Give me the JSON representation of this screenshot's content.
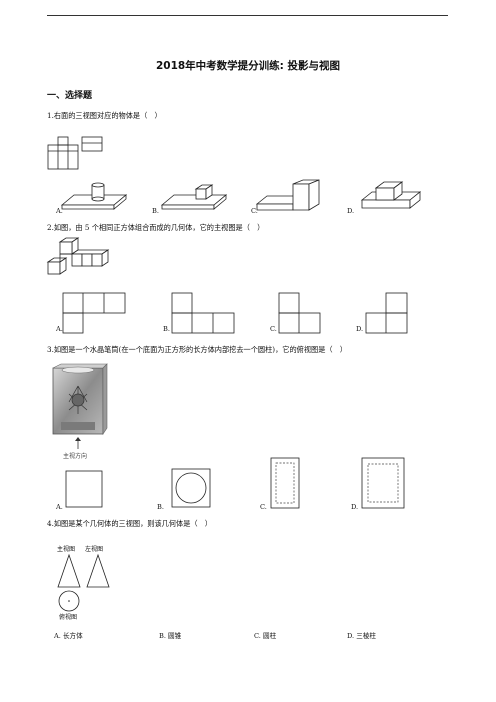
{
  "doc": {
    "title": "2018年中考数学提分训练: 投影与视图",
    "section": "一、选择题"
  },
  "questions": [
    {
      "stem": "1.右面的三视图对应的物体是（　）",
      "options": [
        "A.",
        "B.",
        "C.",
        "D."
      ]
    },
    {
      "stem": "2.如图，由 5 个相同正方体组合而成的几何体，它的主视图是（　）",
      "options": [
        "A.",
        "B.",
        "C.",
        "D."
      ]
    },
    {
      "stem": "3.如图是一个水晶笔筒(在一个底面为正方形的长方体内部挖去一个圆柱)，它的俯视图是（　）",
      "figure_caption": "主视方向",
      "options": [
        "A.",
        "B.",
        "C.",
        "D."
      ]
    },
    {
      "stem": "4.如图是某个几何体的三视图，则该几何体是（　）",
      "view_labels": [
        "主视图",
        "左视图",
        "俯视图"
      ],
      "options": [
        "A. 长方体",
        "B. 圆锥",
        "C. 圆柱",
        "D. 三棱柱"
      ]
    }
  ]
}
